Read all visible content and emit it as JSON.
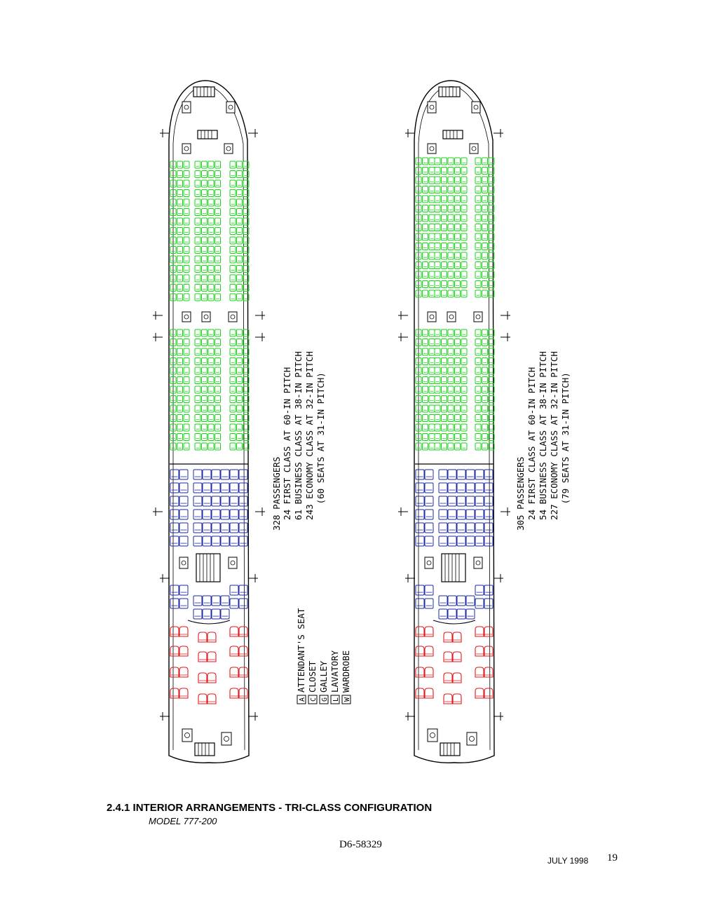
{
  "colors": {
    "first": "#e0191b",
    "business": "#1c2aa6",
    "economy": "#19d419",
    "outline": "#000000"
  },
  "layouts": [
    {
      "name": "layout-a",
      "capacity": [
        "328 PASSENGERS",
        "  24 FIRST CLASS AT 60-IN PITCH",
        "  61 BUSINESS CLASS AT 38-IN PITCH",
        "  243 ECONOMY CLASS AT 32-IN PITCH",
        "     (60 SEATS AT 31-IN PITCH)"
      ]
    },
    {
      "name": "layout-b",
      "capacity": [
        "305 PASSENGERS",
        "  24 FIRST CLASS AT 60-IN PITCH",
        "  54 BUSINESS CLASS AT 38-IN PITCH",
        "  227 ECONOMY CLASS AT 32-IN PITCH",
        "     (79 SEATS AT 31-IN PITCH)"
      ]
    }
  ],
  "legend": [
    {
      "letter": "A",
      "label": "ATTENDANT'S SEAT"
    },
    {
      "letter": "C",
      "label": "CLOSET"
    },
    {
      "letter": "G",
      "label": "GALLEY"
    },
    {
      "letter": "L",
      "label": "LAVATORY"
    },
    {
      "letter": "W",
      "label": "WARDROBE"
    }
  ],
  "section_title": "2.4.1  INTERIOR ARRANGEMENTS - TRI-CLASS CONFIGURATION",
  "model": "MODEL 777-200",
  "doc_number": "D6-58329",
  "date": "JULY 1998",
  "page_number": "19"
}
